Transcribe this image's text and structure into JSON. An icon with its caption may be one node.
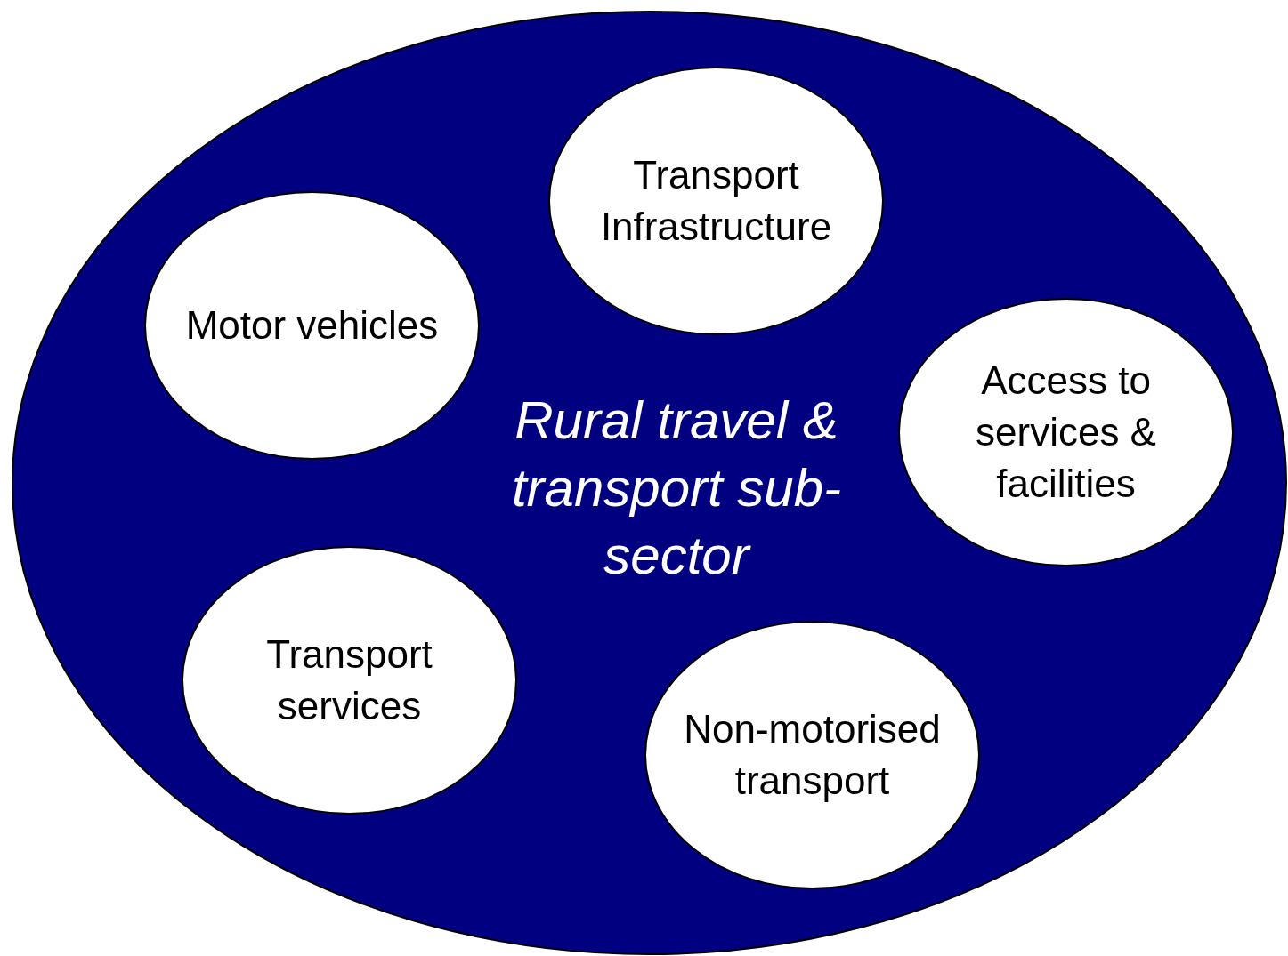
{
  "diagram": {
    "nodes": [
      {
        "text": [
          "Rural travel & transport sub-sector"
        ]
      },
      {
        "text": [
          "Transport Infrastructure"
        ],
        "in": 0
      },
      {
        "text": [
          "Motor vehicles"
        ],
        "in": 0
      },
      {
        "text": [
          "Access to services & facilities"
        ],
        "in": 0
      },
      {
        "text": [
          "Transport services"
        ],
        "in": 0
      },
      {
        "text": [
          "Non-motorised transport"
        ],
        "in": 0
      }
    ]
  }
}
